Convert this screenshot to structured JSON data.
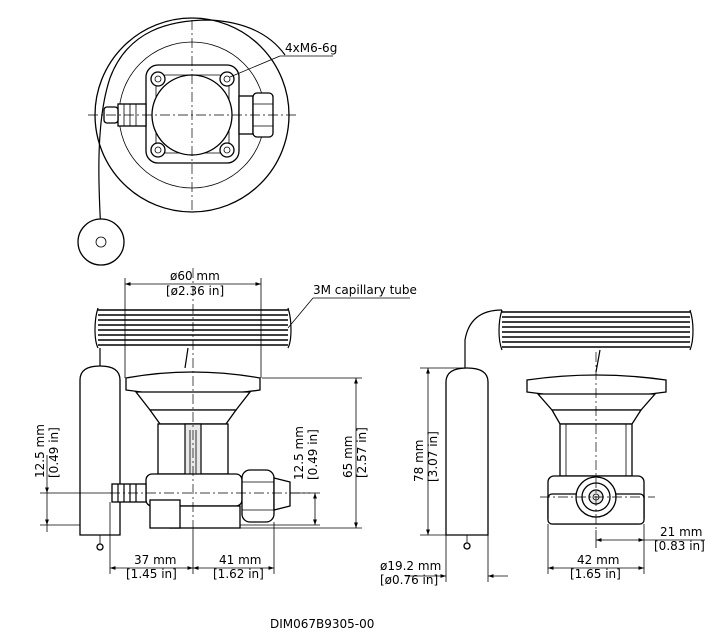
{
  "drawing_id": "DIM067B9305-00",
  "labels": {
    "thread": "4xM6-6g",
    "capillary": "3M capillary tube"
  },
  "dimensions": {
    "dia60_mm": "ø60 mm",
    "dia60_in": "[ø2.36 in]",
    "left_12_5_mm": "12.5 mm",
    "left_12_5_in": "[0.49 in]",
    "mid_12_5_mm": "12.5 mm",
    "mid_12_5_in": "[0.49 in]",
    "h65_mm": "65 mm",
    "h65_in": "[2.57 in]",
    "w37_mm": "37 mm",
    "w37_in": "[1.45 in]",
    "w41_mm": "41 mm",
    "w41_in": "[1.62 in]",
    "h78_mm": "78 mm",
    "h78_in": "[3.07 in]",
    "dia19_mm": "ø19.2 mm",
    "dia19_in": "[ø0.76 in]",
    "w42_mm": "42 mm",
    "w42_in": "[1.65 in]",
    "w21_mm": "21 mm",
    "w21_in": "[0.83 in]"
  }
}
